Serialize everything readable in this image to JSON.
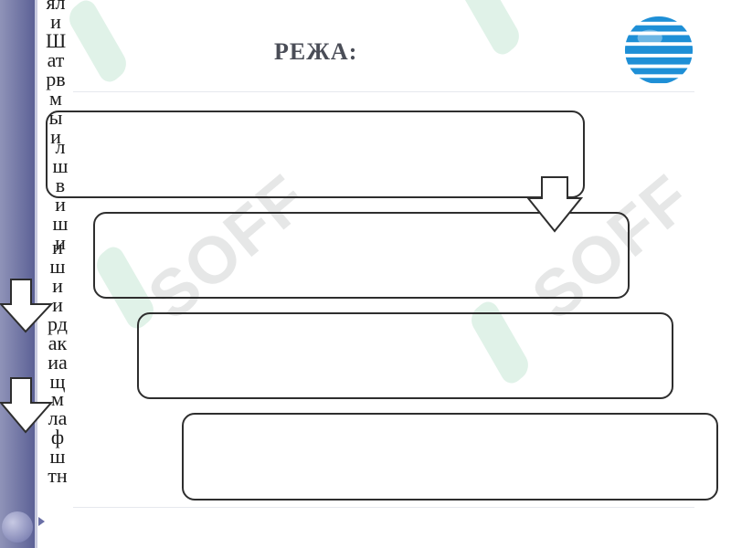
{
  "slide": {
    "title": "РЕЖА:"
  },
  "vertical_text": {
    "col1": "ялиШатрвмыи",
    "col2": "лшвиши",
    "col3": "ишиирдакиащ",
    "col4": "млафштн"
  },
  "watermark": {
    "text": "SOFF"
  },
  "colors": {
    "sidebar": "#5c6196",
    "title": "#4a4d57",
    "logo_blue": "#1e8fd6"
  },
  "icons": {
    "logo": "globe-logo-icon",
    "arrow": "down-arrow-icon",
    "nav": "play-arrow-icon"
  }
}
